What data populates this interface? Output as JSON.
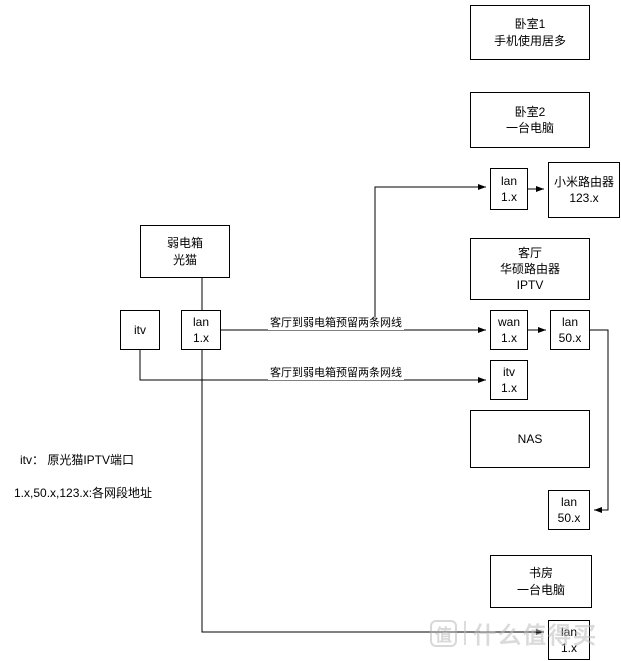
{
  "nodes": {
    "bedroom1": {
      "line1": "卧室1",
      "line2": "手机使用居多"
    },
    "bedroom2": {
      "line1": "卧室2",
      "line2": "一台电脑"
    },
    "lan_top": {
      "line1": "lan",
      "line2": "1.x"
    },
    "xiaomi": {
      "line1": "小米路由器",
      "line2": "123.x"
    },
    "living_room": {
      "line1": "客厅",
      "line2": "华硕路由器",
      "line3": "IPTV"
    },
    "modem": {
      "line1": "弱电箱",
      "line2": "光猫"
    },
    "itv": {
      "line1": "itv"
    },
    "lan_mid": {
      "line1": "lan",
      "line2": "1.x"
    },
    "wan": {
      "line1": "wan",
      "line2": "1.x"
    },
    "lan50_a": {
      "line1": "lan",
      "line2": "50.x"
    },
    "itv_1x": {
      "line1": "itv",
      "line2": "1.x"
    },
    "nas": {
      "line1": "NAS"
    },
    "lan50_b": {
      "line1": "lan",
      "line2": "50.x"
    },
    "study": {
      "line1": "书房",
      "line2": "一台电脑"
    },
    "lan_bottom": {
      "line1": "lan",
      "line2": "1.x"
    }
  },
  "edge_labels": {
    "cable_top": "客厅到弱电箱预留两条网线",
    "cable_bottom": "客厅到弱电箱预留两条网线"
  },
  "notes": {
    "note1": "itv： 原光猫IPTV端口",
    "note2": "1.x,50.x,123.x:各网段地址"
  },
  "watermark": {
    "logo_char": "值",
    "text": "什么值得买"
  },
  "colors": {
    "line": "#000000",
    "watermark_gray": "#bcbcbc",
    "background": "#ffffff"
  }
}
